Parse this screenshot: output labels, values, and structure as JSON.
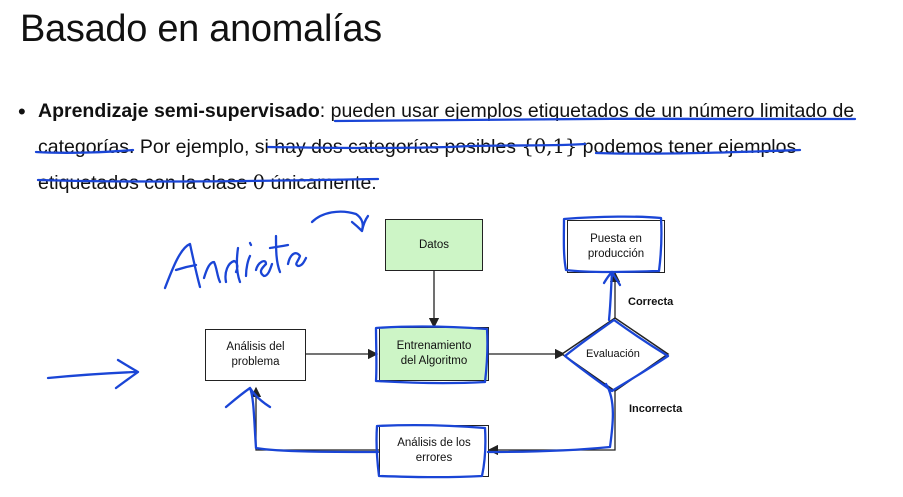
{
  "slide": {
    "title": "Basado en anomalías",
    "bullet": {
      "term": "Aprendizaje semi-supervisado",
      "colon": ":",
      "text1": " pueden usar ejemplos etiquetados de un número limitado de categorías. Por ejemplo, si hay dos categorías posibles ",
      "math_set": "{0,1}",
      "text2": " podemos tener ejemplos etiquetados con la clase ",
      "math_zero": "0",
      "text3": " únicamente."
    }
  },
  "diagram": {
    "datos": "Datos",
    "entrenamiento_line1": "Entrenamiento",
    "entrenamiento_line2": "del Algoritmo",
    "analisis_problema_line1": "Análisis del",
    "analisis_problema_line2": "problema",
    "evaluacion": "Evaluación",
    "puesta_line1": "Puesta en",
    "puesta_line2": "producción",
    "errores_line1": "Análisis de los",
    "errores_line2": "errores",
    "correcta": "Correcta",
    "incorrecta": "Incorrecta"
  },
  "annotations": {
    "handwritten_word": "Analista",
    "ink_color": "#1a45d6"
  }
}
